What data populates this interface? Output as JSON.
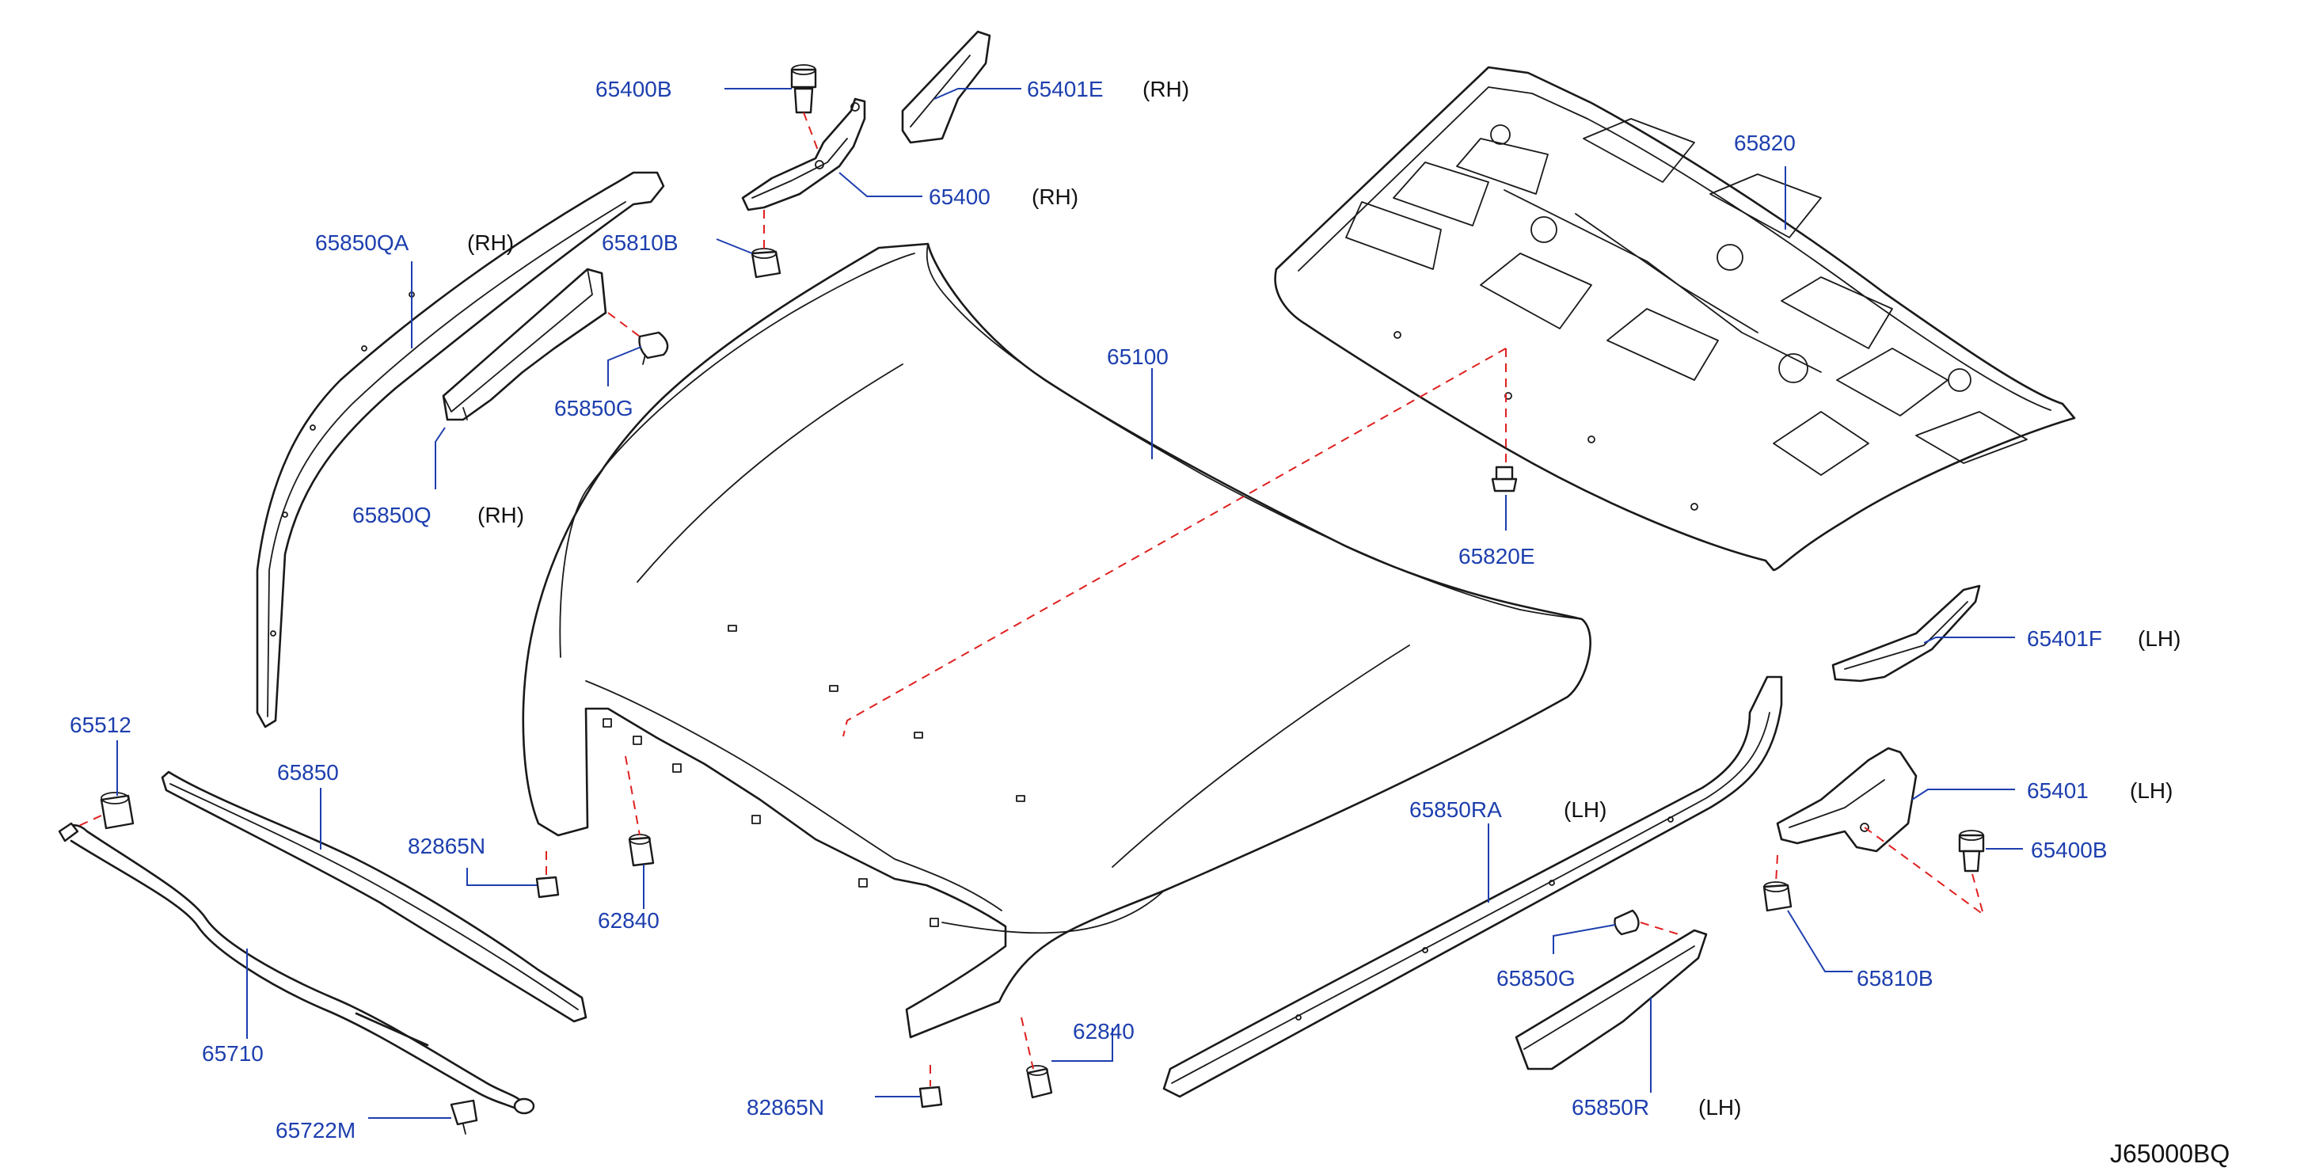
{
  "diagram_code": "J65000BQ",
  "colors": {
    "label": "#1d3fae",
    "dashed_guide": "#e02020",
    "part_outline": "#1a1a1a",
    "background": "#ffffff"
  },
  "parts": [
    {
      "number": "65400B",
      "side": ""
    },
    {
      "number": "65401E",
      "side": "(RH)"
    },
    {
      "number": "65400",
      "side": "(RH)"
    },
    {
      "number": "65820",
      "side": ""
    },
    {
      "number": "65850QA",
      "side": "(RH)"
    },
    {
      "number": "65810B",
      "side": ""
    },
    {
      "number": "65850G",
      "side": ""
    },
    {
      "number": "65100",
      "side": ""
    },
    {
      "number": "65850Q",
      "side": "(RH)"
    },
    {
      "number": "65820E",
      "side": ""
    },
    {
      "number": "65401F",
      "side": "(LH)"
    },
    {
      "number": "65512",
      "side": ""
    },
    {
      "number": "65850",
      "side": ""
    },
    {
      "number": "65850RA",
      "side": "(LH)"
    },
    {
      "number": "65401",
      "side": "(LH)"
    },
    {
      "number": "82865N",
      "side": ""
    },
    {
      "number": "65400B",
      "side": ""
    },
    {
      "number": "62840",
      "side": ""
    },
    {
      "number": "65850G",
      "side": ""
    },
    {
      "number": "65810B",
      "side": ""
    },
    {
      "number": "65710",
      "side": ""
    },
    {
      "number": "62840",
      "side": ""
    },
    {
      "number": "82865N",
      "side": ""
    },
    {
      "number": "65850R",
      "side": "(LH)"
    },
    {
      "number": "65722M",
      "side": ""
    }
  ]
}
